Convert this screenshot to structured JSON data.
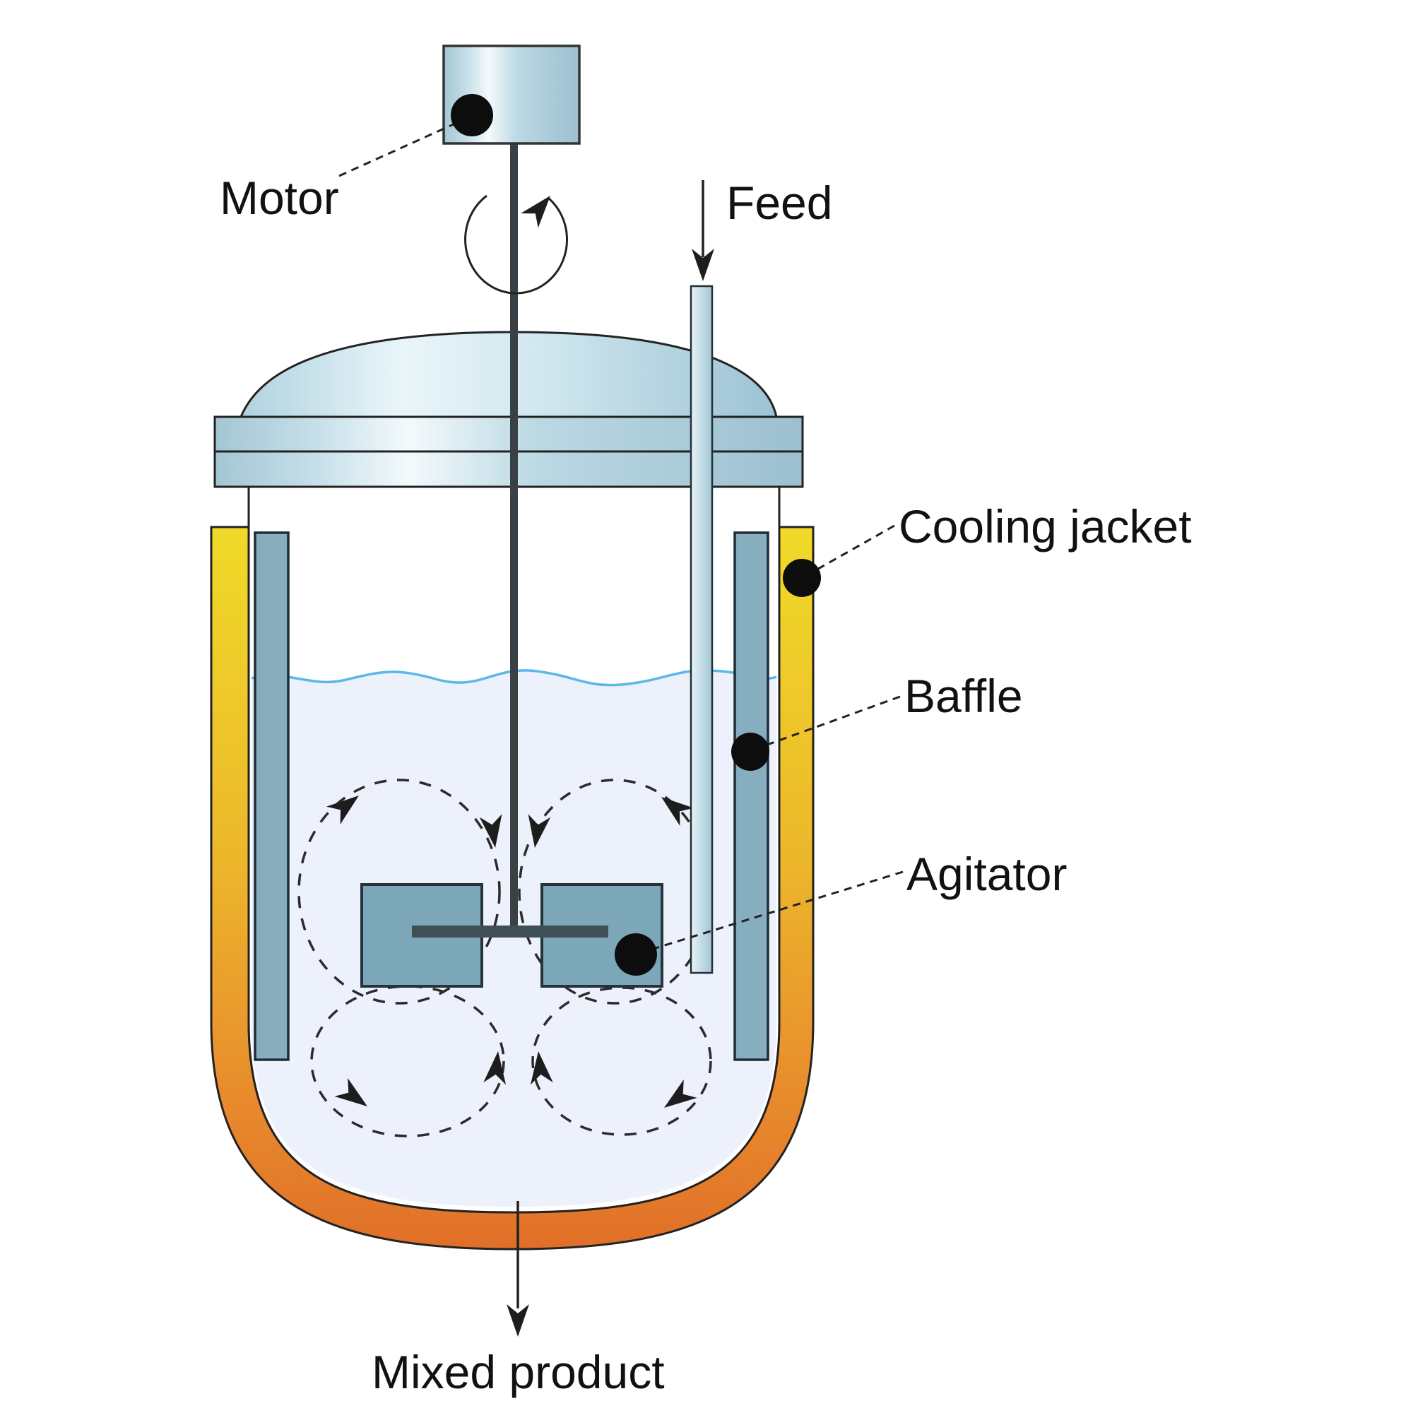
{
  "diagram": {
    "type": "continuous-stirred-tank-mixing-vessel-schematic",
    "labels": {
      "motor": "Motor",
      "feed": "Feed",
      "cooling_jacket": "Cooling jacket",
      "baffle": "Baffle",
      "agitator": "Agitator",
      "mixed_product": "Mixed product"
    },
    "colors": {
      "outline": "#222222",
      "text": "#111111",
      "metal_highlight": "#F2FAFC",
      "metal_mid": "#A6C9D8",
      "baffle_fill": "#86AEBE",
      "blade_fill": "#7CA7B8",
      "shaft": "#3A4145",
      "liquid": "#EDF1FB",
      "liquid_surface_line": "#5AB8E8",
      "cooling_jacket_top": "#EED829",
      "cooling_jacket_bottom": "#E06F28"
    }
  }
}
